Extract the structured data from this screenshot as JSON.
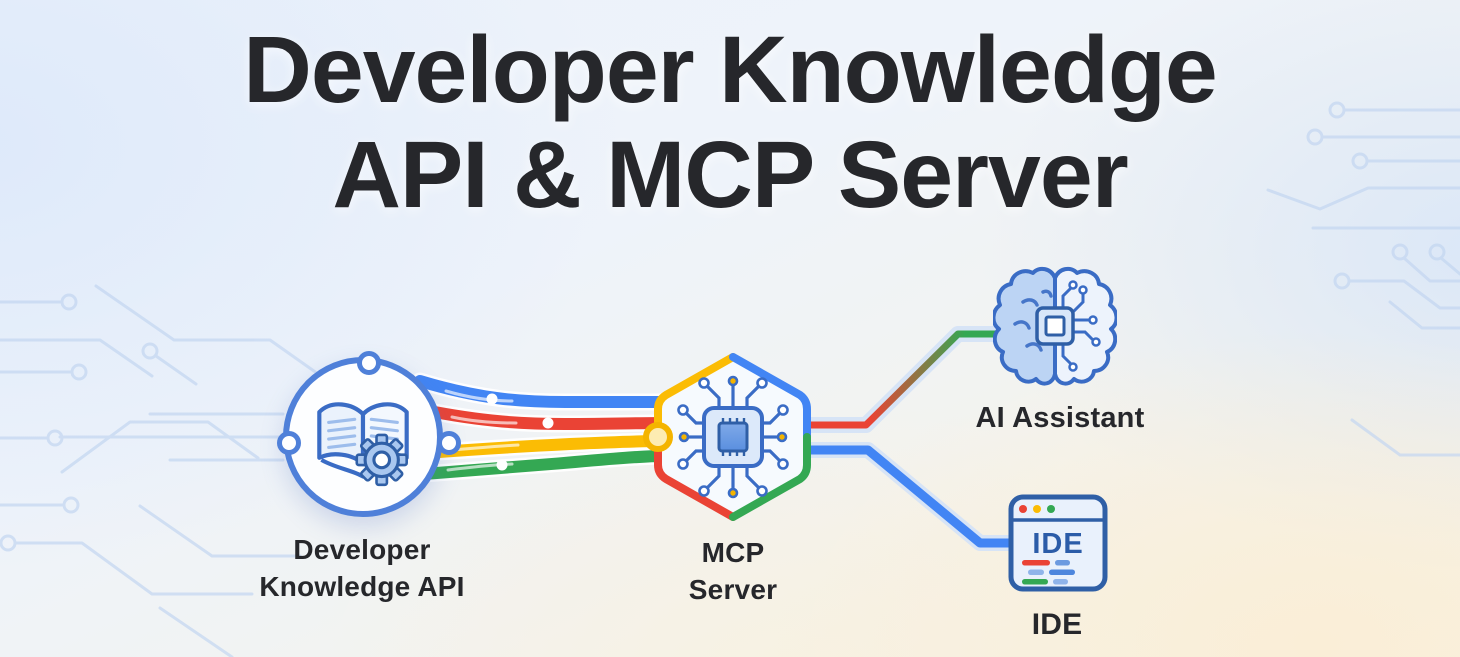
{
  "title": {
    "line1": "Developer Knowledge",
    "line2": "API & MCP Server"
  },
  "nodes": {
    "dev_api": {
      "label_line1": "Developer",
      "label_line2": "Knowledge API",
      "icon": "book-gear-icon"
    },
    "mcp_server": {
      "label_line1": "MCP",
      "label_line2": "Server",
      "icon": "chip-circuit-icon"
    },
    "ai_assistant": {
      "label": "AI Assistant",
      "icon": "brain-chip-icon"
    },
    "ide": {
      "label": "IDE",
      "window_text": "IDE",
      "icon": "ide-window-icon"
    }
  },
  "connections": [
    {
      "from": "Developer Knowledge API",
      "to": "MCP Server",
      "style": "four-color-ribbon",
      "colors": [
        "#4285F4",
        "#EA4335",
        "#FBBC04",
        "#34A853"
      ]
    },
    {
      "from": "MCP Server",
      "to": "AI Assistant",
      "style": "rounded-line",
      "colors": [
        "#EA4335",
        "#34A853"
      ]
    },
    {
      "from": "MCP Server",
      "to": "IDE",
      "style": "rounded-line",
      "colors": [
        "#4285F4"
      ]
    }
  ],
  "colors": {
    "blue": "#4285F4",
    "red": "#EA4335",
    "yellow": "#FBBC04",
    "green": "#34A853",
    "node_border": "#4f80d9",
    "icon_stroke": "#3a6cc5",
    "circuit_trace": "#c3d6f1",
    "title_text": "#26272b",
    "label_text": "#26272b"
  }
}
